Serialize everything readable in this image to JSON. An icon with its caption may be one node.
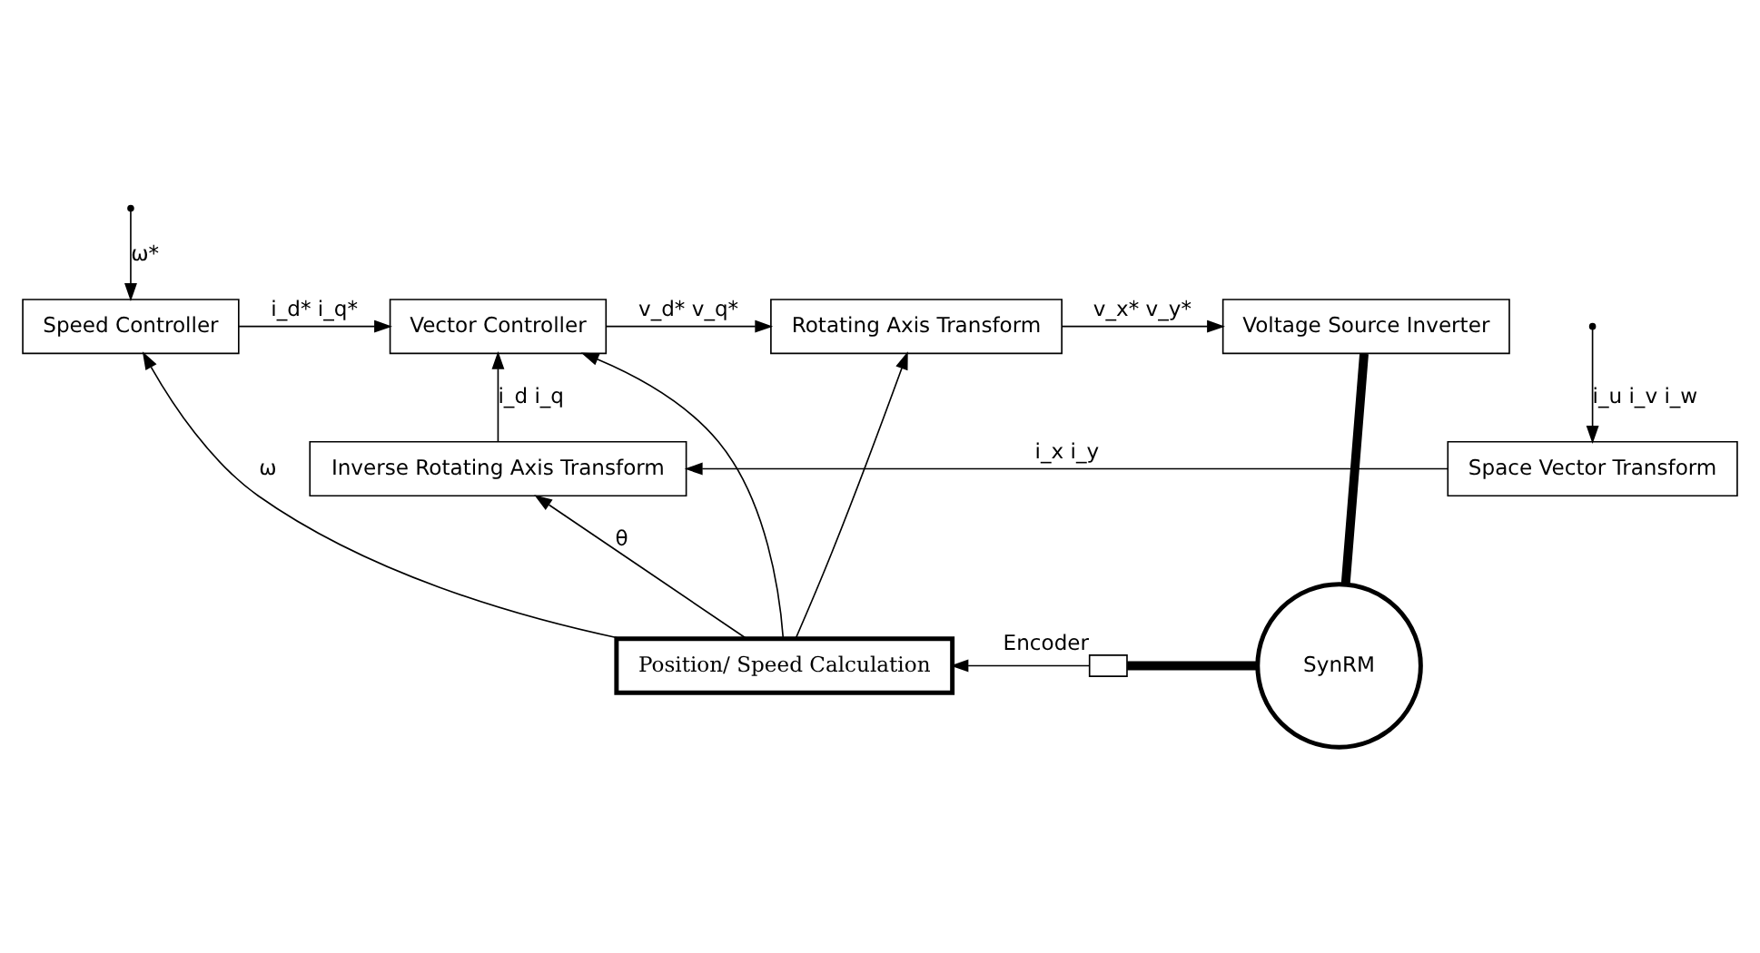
{
  "diagram": {
    "nodes": [
      {
        "text": [
          "Speed Controller"
        ]
      },
      {
        "text": [
          "Vector Controller"
        ]
      },
      {
        "text": [
          "Rotating Axis Transform"
        ]
      },
      {
        "text": [
          "Voltage Source Inverter"
        ]
      },
      {
        "text": [
          "Inverse Rotating Axis Transform"
        ]
      },
      {
        "text": [
          "Space Vector Transform"
        ]
      },
      {
        "text": [
          "Position/ Speed Calculation"
        ]
      },
      {
        "text": [
          "SynRM"
        ]
      },
      {
        "text": [],
        "shape": "box",
        "beside": [
          "Encoder"
        ]
      }
    ],
    "edges": [
      {
        "from": null,
        "to": 0,
        "arrow": "to",
        "label": "ω*"
      },
      {
        "from": 0,
        "to": 1,
        "arrow": "to",
        "label": "i_d* i_q*"
      },
      {
        "from": 1,
        "to": 2,
        "arrow": "to",
        "label": "v_d* v_q*"
      },
      {
        "from": 2,
        "to": 3,
        "arrow": "to",
        "label": "v_x* v_y*"
      },
      {
        "from": 3,
        "to": 7,
        "arrow": "none",
        "style": "thick"
      },
      {
        "from": null,
        "to": 5,
        "arrow": "to",
        "label": "i_u i_v i_w"
      },
      {
        "from": 5,
        "to": 4,
        "arrow": "to",
        "label": "i_x i_y"
      },
      {
        "from": 4,
        "to": 1,
        "arrow": "to",
        "label": "i_d i_q"
      },
      {
        "from": 7,
        "to": 8,
        "arrow": "none",
        "style": "thick"
      },
      {
        "from": 8,
        "to": 6,
        "arrow": "to"
      },
      {
        "from": 6,
        "to": 0,
        "arrow": "to",
        "label": "ω"
      },
      {
        "from": 6,
        "to": 1,
        "arrow": "to"
      },
      {
        "from": 6,
        "to": 4,
        "arrow": "to",
        "label": "θ"
      },
      {
        "from": 6,
        "to": 2,
        "arrow": "to"
      }
    ]
  }
}
